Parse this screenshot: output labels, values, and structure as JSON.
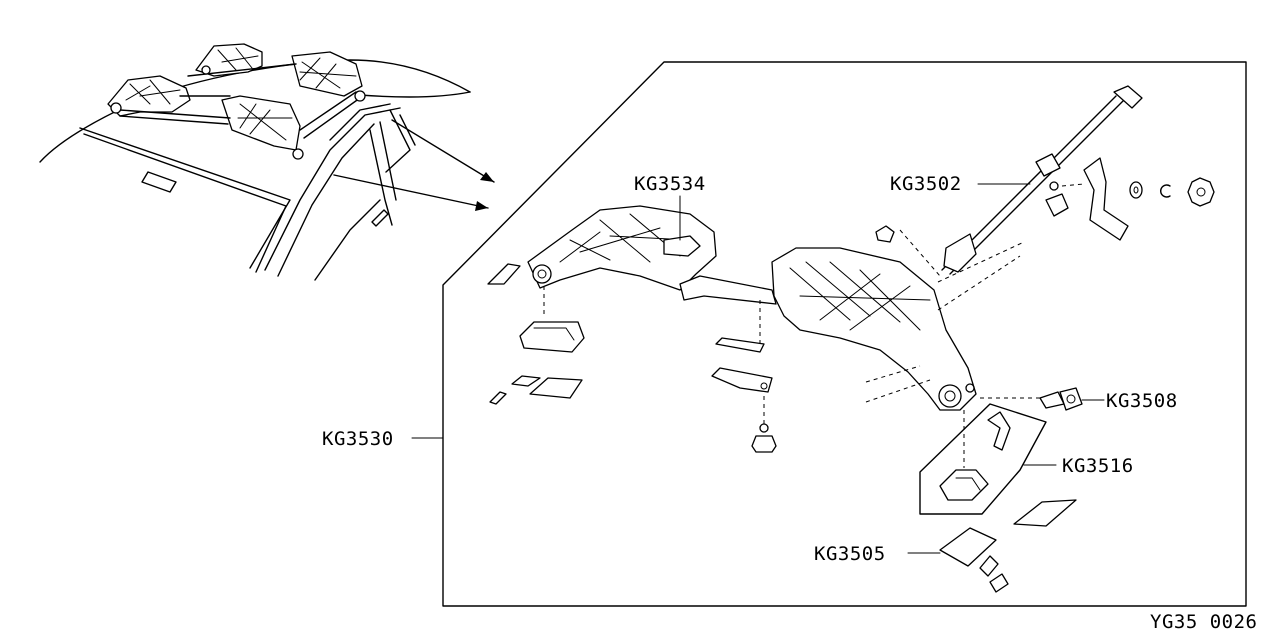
{
  "diagram": {
    "callouts": [
      {
        "id": "KG3534",
        "text": "KG3534"
      },
      {
        "id": "KG3502",
        "text": "KG3502"
      },
      {
        "id": "KG3530",
        "text": "KG3530"
      },
      {
        "id": "KG3508",
        "text": "KG3508"
      },
      {
        "id": "KG3516",
        "text": "KG3516"
      },
      {
        "id": "KG3505",
        "text": "KG3505"
      }
    ],
    "figure_code": "YG35 0026"
  }
}
